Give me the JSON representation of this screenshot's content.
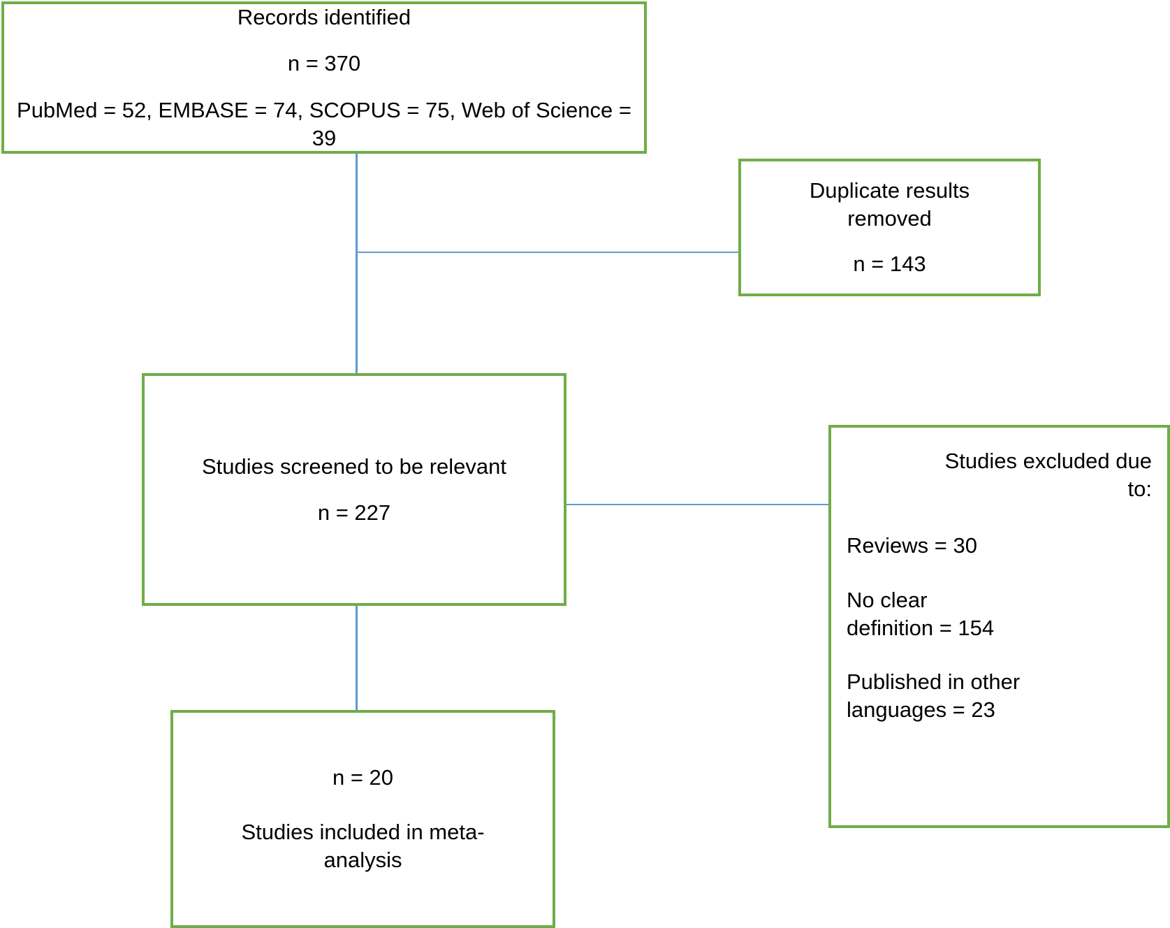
{
  "diagram": {
    "type": "prisma-flow-diagram",
    "colors": {
      "box_border": "#70ad47",
      "connector": "#5b9bd5",
      "text": "#000000",
      "background": "#ffffff"
    },
    "nodes": {
      "records_identified": {
        "title": "Records identified",
        "count_label": "n = 370",
        "sources_label": "PubMed = 52, EMBASE = 74, SCOPUS = 75, Web of Science = 39",
        "count": 370,
        "sources": [
          {
            "name": "PubMed",
            "n": 52
          },
          {
            "name": "EMBASE",
            "n": 74
          },
          {
            "name": "SCOPUS",
            "n": 75
          },
          {
            "name": "Web of Science",
            "n": 39
          }
        ]
      },
      "duplicates_removed": {
        "title_line1": "Duplicate results",
        "title_line2": "removed",
        "count_label": "n = 143",
        "count": 143
      },
      "studies_screened": {
        "title": "Studies screened to be relevant",
        "count_label": "n = 227",
        "count": 227
      },
      "studies_excluded": {
        "title_line1": "Studies excluded due",
        "title_line2": "to:",
        "reasons": [
          {
            "label": "Reviews = 30",
            "name": "Reviews",
            "n": 30
          },
          {
            "label_line1": "No clear",
            "label_line2": "definition = 154",
            "name": "No clear definition",
            "n": 154
          },
          {
            "label_line1": "Published in other",
            "label_line2": "languages = 23",
            "name": "Published in other languages",
            "n": 23
          }
        ]
      },
      "studies_included": {
        "count_label": "n = 20",
        "title_line1": "Studies included in meta-",
        "title_line2": "analysis",
        "count": 20
      }
    }
  }
}
